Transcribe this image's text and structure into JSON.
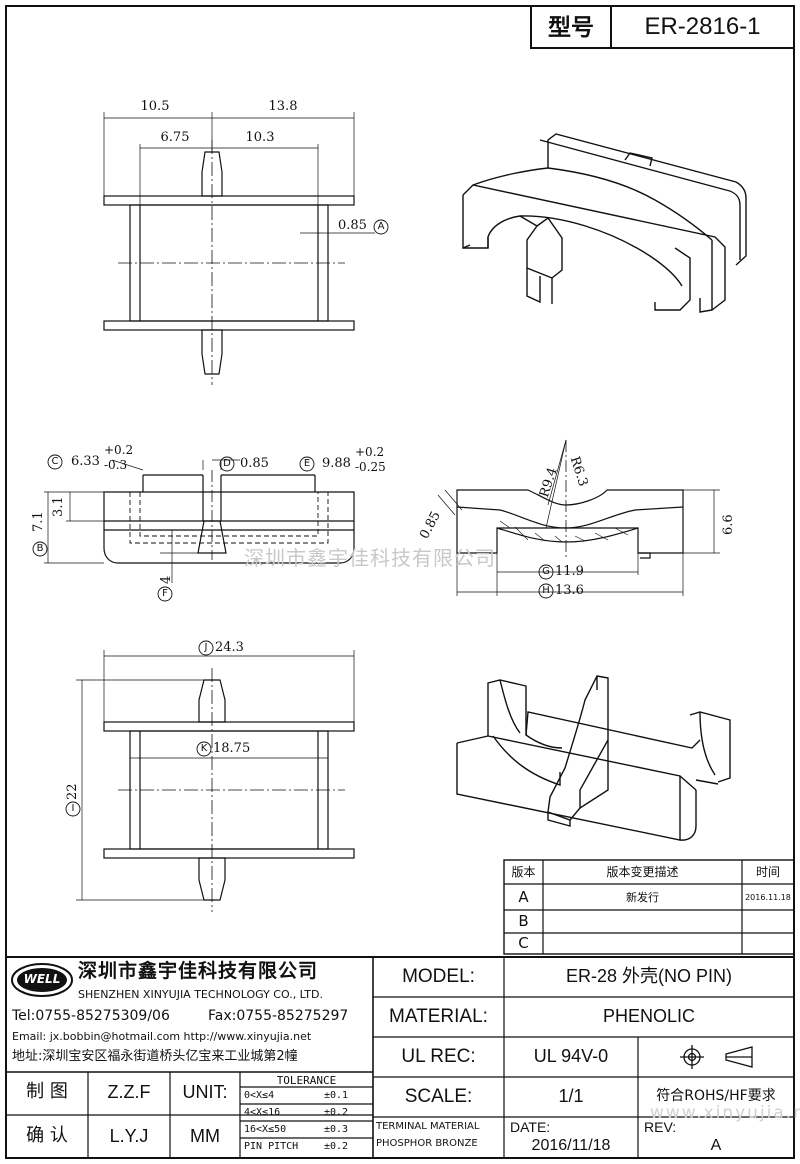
{
  "header": {
    "model_label": "型号",
    "model_number": "ER-2816-1"
  },
  "top_view": {
    "d1": "10.5",
    "d2": "13.8",
    "d3": "6.75",
    "d4": "10.3",
    "d5": "0.85"
  },
  "side_view": {
    "c_val": "6.33",
    "c_tol_plus": "+0.2",
    "c_tol_minus": "-0.3",
    "d_val": "0.85",
    "e_val": "9.88",
    "e_tol_plus": "+0.2",
    "e_tol_minus": "-0.25",
    "h1": "3.1",
    "h2": "7.1",
    "h3": "4"
  },
  "front_view": {
    "r1": "R9.4",
    "r2": "R6.3",
    "t1": "0.85",
    "h1": "6.6",
    "g": "11.9",
    "h": "13.6"
  },
  "bottom_view": {
    "j": "24.3",
    "k": "18.75",
    "i": "22"
  },
  "markers": {
    "a": "A",
    "b": "B",
    "c": "C",
    "d": "D",
    "e": "E",
    "f": "F",
    "g": "G",
    "h": "H",
    "i": "I",
    "j": "J",
    "k": "K"
  },
  "watermark": "深圳市鑫宇佳科技有限公司",
  "watermark_url": "www.xinyujia.net",
  "revision_table": {
    "headers": [
      "版本",
      "版本变更描述",
      "时间"
    ],
    "rows": [
      {
        "ver": "A",
        "desc": "新发行",
        "date": "2016.11.18"
      },
      {
        "ver": "B",
        "desc": "",
        "date": ""
      },
      {
        "ver": "C",
        "desc": "",
        "date": ""
      }
    ]
  },
  "company": {
    "logo_text": "WELL",
    "name_cn": "深圳市鑫宇佳科技有限公司",
    "name_en": "SHENZHEN XINYUJIA TECHNOLOGY CO., LTD.",
    "tel": "Tel:0755-85275309/06",
    "fax": "Fax:0755-85275297",
    "email": "Email: jx.bobbin@hotmail.com http://www.xinyujia.net",
    "address": "地址:深圳宝安区福永街道桥头亿宝来工业城第2幢"
  },
  "title_block": {
    "model_label": "MODEL:",
    "model_value": "ER-28 外壳(NO PIN)",
    "material_label": "MATERIAL:",
    "material_value": "PHENOLIC",
    "ul_label": "UL REC:",
    "ul_value": "UL 94V-0",
    "scale_label": "SCALE:",
    "scale_value": "1/1",
    "rohs": "符合ROHS/HF要求",
    "drawn_label": "制  图",
    "drawn_value": "Z.Z.F",
    "checked_label": "确  认",
    "checked_value": "L.Y.J",
    "unit_label": "UNIT:",
    "unit_value": "MM",
    "tolerance_title": "TOLERANCE",
    "tolerances": [
      {
        "range": "0<X≤4",
        "tol": "±0.1"
      },
      {
        "range": "4<X≤16",
        "tol": "±0.2"
      },
      {
        "range": "16<X≤50",
        "tol": "±0.3"
      },
      {
        "range": "PIN PITCH",
        "tol": "±0.2"
      }
    ],
    "terminal_material_1": "TERMINAL MATERIAL",
    "terminal_material_2": "PHOSPHOR BRONZE",
    "date_label": "DATE:",
    "date_value": "2016/11/18",
    "rev_label": "REV:",
    "rev_value": "A"
  }
}
